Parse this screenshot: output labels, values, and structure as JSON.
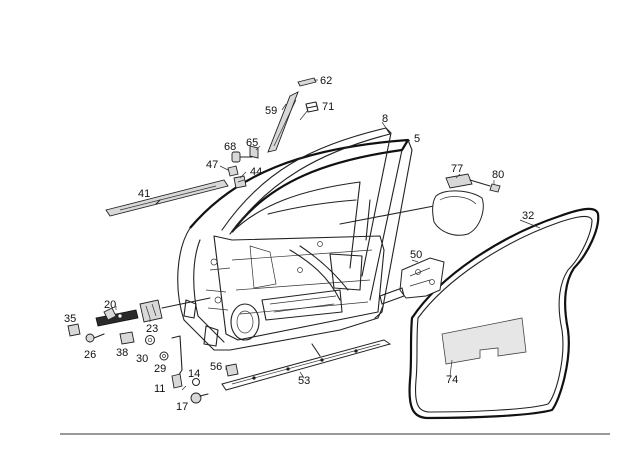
{
  "diagram": {
    "labels": {
      "l62": "62",
      "l59": "59",
      "l71": "71",
      "l8": "8",
      "l5": "5",
      "l68": "68",
      "l65": "65",
      "l47": "47",
      "l44": "44",
      "l77": "77",
      "l80": "80",
      "l41": "41",
      "l32": "32",
      "l50": "50",
      "l35": "35",
      "l20": "20",
      "l23": "23",
      "l26": "26",
      "l38": "38",
      "l30": "30",
      "l29": "29",
      "l56": "56",
      "l14": "14",
      "l11": "11",
      "l17": "17",
      "l53": "53",
      "l74": "74"
    }
  }
}
